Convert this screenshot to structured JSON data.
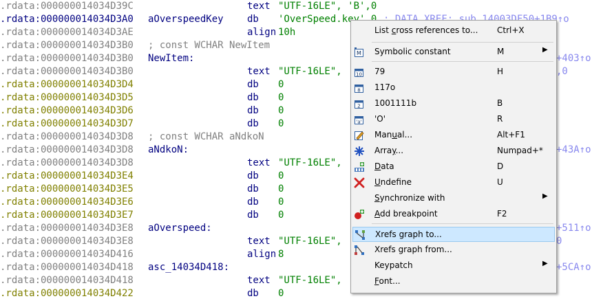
{
  "listing": {
    "rows": [
      {
        "addr": ".rdata:000000014034D39C",
        "addr_color": "gray",
        "label": "",
        "mnemonic": "text",
        "operand": "\"UTF-16LE\", 'B',0",
        "comment": "",
        "xref": ""
      },
      {
        "addr": ".rdata:000000014034D3A0",
        "addr_color": "blue",
        "label": "aOverspeedKey",
        "mnemonic": "db",
        "operand": "'OverSpeed.key',0",
        "comment": "",
        "xref": "; DATA XREF: sub_14003DF50+1B9↑o"
      },
      {
        "addr": ".rdata:000000014034D3AE",
        "addr_color": "gray",
        "label": "",
        "mnemonic": "align",
        "operand": "10h",
        "comment": "",
        "xref": ""
      },
      {
        "addr": ".rdata:000000014034D3B0",
        "addr_color": "gray",
        "label": "",
        "mnemonic": "",
        "operand": "",
        "comment": "; const WCHAR NewItem",
        "xref": ""
      },
      {
        "addr": ".rdata:000000014034D3B0",
        "addr_color": "gray",
        "label": "NewItem:",
        "mnemonic": "",
        "operand": "",
        "comment": "",
        "xref": "+403↑o"
      },
      {
        "addr": ".rdata:000000014034D3B0",
        "addr_color": "gray",
        "label": "",
        "mnemonic": "text",
        "operand": "\"UTF-16LE\",",
        "comment": "",
        "xref": ",0"
      },
      {
        "addr": ".rdata:000000014034D3D4",
        "addr_color": "olive",
        "label": "",
        "mnemonic": "db",
        "operand": "0",
        "comment": "",
        "xref": ""
      },
      {
        "addr": ".rdata:000000014034D3D5",
        "addr_color": "olive",
        "label": "",
        "mnemonic": "db",
        "operand": "0",
        "comment": "",
        "xref": ""
      },
      {
        "addr": ".rdata:000000014034D3D6",
        "addr_color": "olive",
        "label": "",
        "mnemonic": "db",
        "operand": "0",
        "comment": "",
        "xref": ""
      },
      {
        "addr": ".rdata:000000014034D3D7",
        "addr_color": "olive",
        "label": "",
        "mnemonic": "db",
        "operand": "0",
        "comment": "",
        "xref": ""
      },
      {
        "addr": ".rdata:000000014034D3D8",
        "addr_color": "gray",
        "label": "",
        "mnemonic": "",
        "operand": "",
        "comment": "; const WCHAR aNdkoN",
        "xref": ""
      },
      {
        "addr": ".rdata:000000014034D3D8",
        "addr_color": "gray",
        "label": "aNdkoN:",
        "mnemonic": "",
        "operand": "",
        "comment": "",
        "xref": "+43A↑o"
      },
      {
        "addr": ".rdata:000000014034D3D8",
        "addr_color": "gray",
        "label": "",
        "mnemonic": "text",
        "operand": "\"UTF-16LE\",",
        "comment": "",
        "xref": ""
      },
      {
        "addr": ".rdata:000000014034D3E4",
        "addr_color": "olive",
        "label": "",
        "mnemonic": "db",
        "operand": "0",
        "comment": "",
        "xref": ""
      },
      {
        "addr": ".rdata:000000014034D3E5",
        "addr_color": "olive",
        "label": "",
        "mnemonic": "db",
        "operand": "0",
        "comment": "",
        "xref": ""
      },
      {
        "addr": ".rdata:000000014034D3E6",
        "addr_color": "olive",
        "label": "",
        "mnemonic": "db",
        "operand": "0",
        "comment": "",
        "xref": ""
      },
      {
        "addr": ".rdata:000000014034D3E7",
        "addr_color": "olive",
        "label": "",
        "mnemonic": "db",
        "operand": "0",
        "comment": "",
        "xref": ""
      },
      {
        "addr": ".rdata:000000014034D3E8",
        "addr_color": "gray",
        "label": "aOverspeed:",
        "mnemonic": "",
        "operand": "",
        "comment": "",
        "xref": "+511↑o"
      },
      {
        "addr": ".rdata:000000014034D3E8",
        "addr_color": "gray",
        "label": "",
        "mnemonic": "text",
        "operand": "\"UTF-16LE\",",
        "comment": "",
        "xref": "0"
      },
      {
        "addr": ".rdata:000000014034D416",
        "addr_color": "gray",
        "label": "",
        "mnemonic": "align",
        "operand": "8",
        "comment": "",
        "xref": ""
      },
      {
        "addr": ".rdata:000000014034D418",
        "addr_color": "gray",
        "label": "asc_14034D418:",
        "mnemonic": "",
        "operand": "",
        "comment": "",
        "xref": "+5CA↑o"
      },
      {
        "addr": ".rdata:000000014034D418",
        "addr_color": "gray",
        "label": "",
        "mnemonic": "text",
        "operand": "\"UTF-16LE\",",
        "comment": "",
        "xref": ""
      },
      {
        "addr": ".rdata:000000014034D422",
        "addr_color": "olive",
        "label": "",
        "mnemonic": "db",
        "operand": "0",
        "comment": "",
        "xref": ""
      }
    ]
  },
  "context_menu": {
    "items": [
      {
        "type": "item",
        "label": "List cross references to...",
        "underline": "c",
        "shortcut": "Ctrl+X",
        "submenu": false,
        "icon": "none",
        "highlighted": false
      },
      {
        "type": "separator"
      },
      {
        "type": "item",
        "label": "Symbolic constant",
        "underline": "",
        "shortcut": "M",
        "submenu": true,
        "icon": "symbolic-constant-icon",
        "highlighted": false
      },
      {
        "type": "separator"
      },
      {
        "type": "item",
        "label": "79",
        "underline": "",
        "shortcut": "H",
        "submenu": false,
        "icon": "decimal-icon",
        "highlighted": false
      },
      {
        "type": "item",
        "label": "117o",
        "underline": "",
        "shortcut": "",
        "submenu": false,
        "icon": "octal-icon",
        "highlighted": false
      },
      {
        "type": "item",
        "label": "1001111b",
        "underline": "",
        "shortcut": "B",
        "submenu": false,
        "icon": "binary-icon",
        "highlighted": false
      },
      {
        "type": "item",
        "label": "'O'",
        "underline": "",
        "shortcut": "R",
        "submenu": false,
        "icon": "char-icon",
        "highlighted": false
      },
      {
        "type": "item",
        "label": "Manual...",
        "underline": "u",
        "shortcut": "Alt+F1",
        "submenu": false,
        "icon": "manual-icon",
        "highlighted": false
      },
      {
        "type": "item",
        "label": "Array...",
        "underline": "y",
        "shortcut": "Numpad+*",
        "submenu": false,
        "icon": "array-icon",
        "highlighted": false
      },
      {
        "type": "item",
        "label": "Data",
        "underline": "D",
        "shortcut": "D",
        "submenu": false,
        "icon": "data-icon",
        "highlighted": false
      },
      {
        "type": "item",
        "label": "Undefine",
        "underline": "U",
        "shortcut": "U",
        "submenu": false,
        "icon": "undefine-icon",
        "highlighted": false
      },
      {
        "type": "item",
        "label": "Synchronize with",
        "underline": "S",
        "shortcut": "",
        "submenu": true,
        "icon": "none",
        "highlighted": false
      },
      {
        "type": "item",
        "label": "Add breakpoint",
        "underline": "A",
        "shortcut": "F2",
        "submenu": false,
        "icon": "breakpoint-icon",
        "highlighted": false
      },
      {
        "type": "separator"
      },
      {
        "type": "item",
        "label": "Xrefs graph to...",
        "underline": "",
        "shortcut": "",
        "submenu": false,
        "icon": "xrefs-to-icon",
        "highlighted": true
      },
      {
        "type": "item",
        "label": "Xrefs graph from...",
        "underline": "",
        "shortcut": "",
        "submenu": false,
        "icon": "xrefs-from-icon",
        "highlighted": false
      },
      {
        "type": "item",
        "label": "Keypatch",
        "underline": "",
        "shortcut": "",
        "submenu": true,
        "icon": "none",
        "highlighted": false
      },
      {
        "type": "item",
        "label": "Font...",
        "underline": "F",
        "shortcut": "",
        "submenu": false,
        "icon": "none",
        "highlighted": false
      }
    ]
  },
  "colors": {
    "addr_gray": "#808080",
    "addr_olive": "#808000",
    "addr_blue": "#000080",
    "highlight": "#cde8ff",
    "menu_bg": "#f2f2f2"
  }
}
